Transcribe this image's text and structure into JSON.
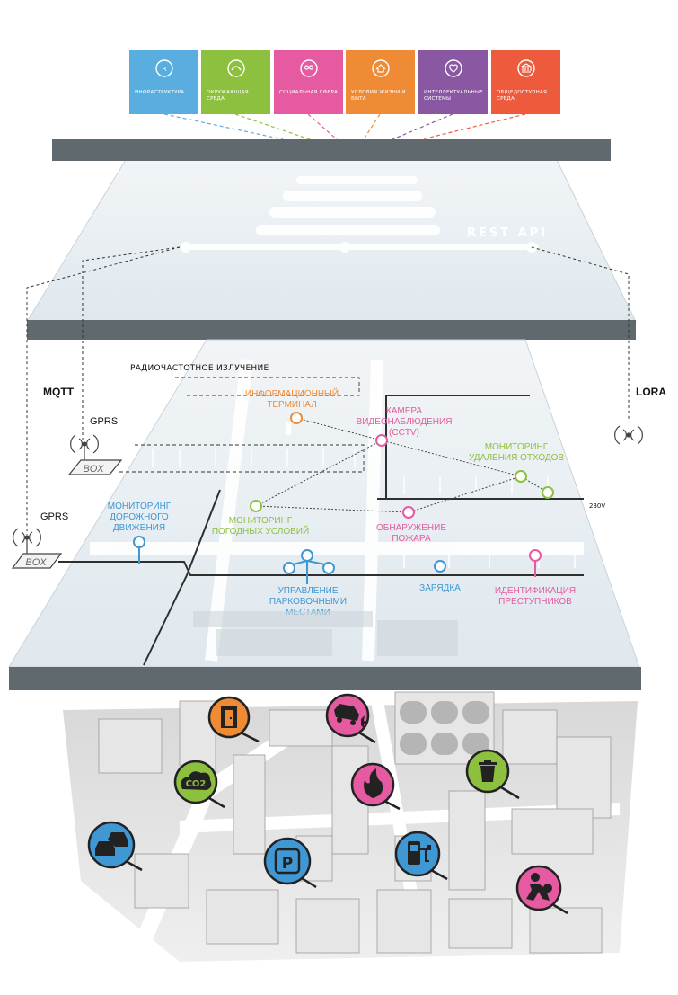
{
  "categories": [
    {
      "label": "Инфраструктура",
      "color": "#5aaedf",
      "icon": "infrastructure-icon"
    },
    {
      "label": "Окружающая среда",
      "color": "#8dc03f",
      "icon": "environment-icon"
    },
    {
      "label": "Социальная сфера",
      "color": "#e55aa0",
      "icon": "social-icon"
    },
    {
      "label": "Условия жизни и быта",
      "color": "#f08b35",
      "icon": "living-icon"
    },
    {
      "label": "Интеллектуальные системы",
      "color": "#8a57a3",
      "icon": "intelligent-systems-icon"
    },
    {
      "label": "Общедоступная среда",
      "color": "#ee5b3c",
      "icon": "public-environment-icon"
    }
  ],
  "api": {
    "label": "REST API"
  },
  "protocols": {
    "mqtt": "MQTT",
    "lora": "LORA",
    "gprs_top": "GPRS",
    "gprs_bottom": "GPRS",
    "box": "BOX",
    "rf": "РАДИОЧАСТОТНОЕ ИЗЛУЧЕНИЕ",
    "voltage": "230V"
  },
  "nodes": {
    "info_terminal": {
      "lines": [
        "ИНФОРМАЦИОННЫЙ",
        "ТЕРМИНАЛ"
      ],
      "color": "#f08b35"
    },
    "cctv": {
      "lines": [
        "КАМЕРА",
        "ВИДЕОНАБЛЮДЕНИЯ",
        "(CCTV)"
      ],
      "color": "#e55aa0"
    },
    "waste": {
      "lines": [
        "МОНИТОРИНГ",
        "УДАЛЕНИЯ ОТХОДОВ"
      ],
      "color": "#8dc03f"
    },
    "traffic": {
      "lines": [
        "МОНИТОРИНГ",
        "ДОРОЖНОГО",
        "ДВИЖЕНИЯ"
      ],
      "color": "#3f97d3"
    },
    "weather": {
      "lines": [
        "МОНИТОРИНГ",
        "ПОГОДНЫХ УСЛОВИЙ"
      ],
      "color": "#8dc03f"
    },
    "fire": {
      "lines": [
        "ОБНАРУЖЕНИЕ",
        "ПОЖАРА"
      ],
      "color": "#e55aa0"
    },
    "parking": {
      "lines": [
        "УПРАВЛЕНИЕ",
        "ПАРКОВОЧНЫМИ",
        "МЕСТАМИ"
      ],
      "color": "#3f97d3"
    },
    "charging": {
      "lines": [
        "ЗАРЯДКА"
      ],
      "color": "#3f97d3"
    },
    "crime": {
      "lines": [
        "ИДЕНТИФИКАЦИЯ",
        "ПРЕСТУПНИКОВ"
      ],
      "color": "#e55aa0"
    }
  },
  "pins": [
    {
      "name": "door-icon",
      "color": "#f08b35"
    },
    {
      "name": "car-crash-icon",
      "color": "#e55aa0"
    },
    {
      "name": "co2-icon",
      "color": "#8dc03f",
      "text": "CO2"
    },
    {
      "name": "fire-icon",
      "color": "#e55aa0"
    },
    {
      "name": "trash-icon",
      "color": "#8dc03f"
    },
    {
      "name": "traffic-cars-icon",
      "color": "#3f97d3"
    },
    {
      "name": "parking-icon",
      "color": "#3f97d3",
      "text": "P"
    },
    {
      "name": "ev-charging-icon",
      "color": "#3f97d3"
    },
    {
      "name": "thief-icon",
      "color": "#e55aa0"
    }
  ]
}
